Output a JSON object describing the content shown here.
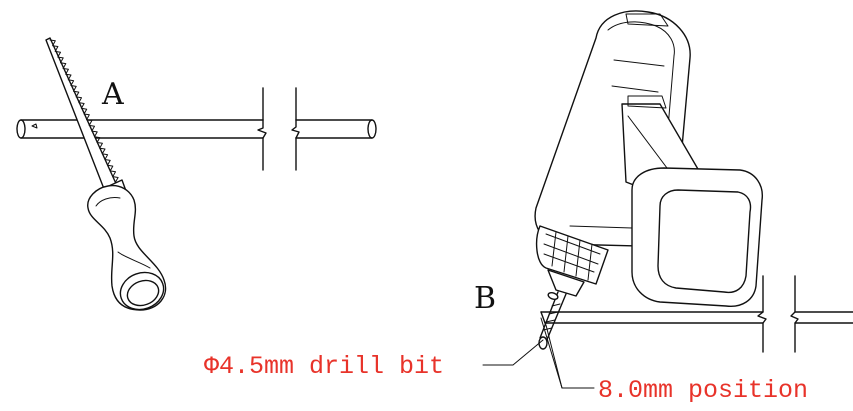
{
  "labels": {
    "a": "A",
    "b": "B",
    "drill_bit": "Φ4.5mm drill bit",
    "position": "8.0mm position"
  },
  "colors": {
    "line": "#111111",
    "annotation": "#e8332a"
  }
}
